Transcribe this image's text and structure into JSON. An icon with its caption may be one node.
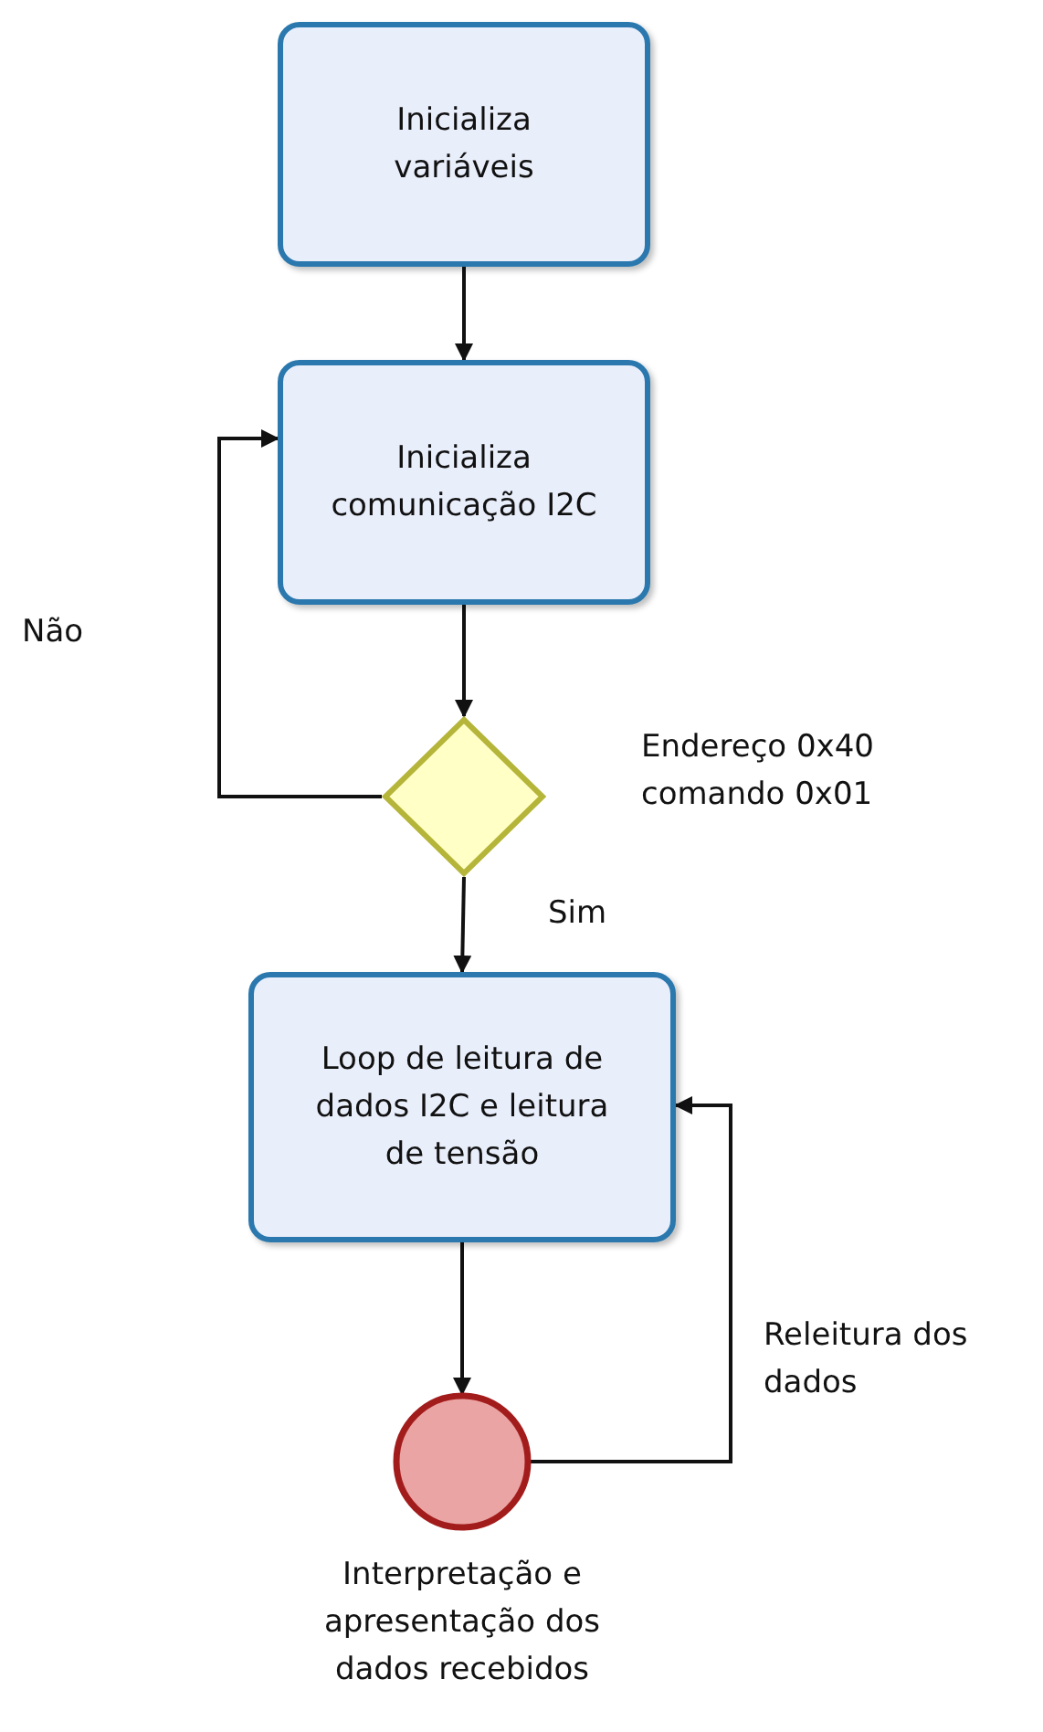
{
  "diagram": {
    "nodes": [
      {
        "text": [
          "Inicializa variáveis"
        ]
      },
      {
        "text": [
          "Inicializa comunicação I2C"
        ]
      },
      {
        "text": [],
        "shape": "diamond",
        "beside": [
          "Endereço 0x40 comando 0x01"
        ]
      },
      {
        "text": [
          "Loop de leitura de dados I2C e leitura de tensão"
        ]
      },
      {
        "text": [
          "Interpretação e apresentação dos dados recebidos"
        ]
      }
    ],
    "edges": [
      {
        "from": 0,
        "to": 1,
        "arrow": "to"
      },
      {
        "from": 1,
        "to": 2,
        "arrow": "to"
      },
      {
        "from": 2,
        "to": 1,
        "arrow": "to",
        "label": "Não"
      },
      {
        "from": 2,
        "to": 3,
        "arrow": "to",
        "label": "Sim"
      },
      {
        "from": 3,
        "to": 4,
        "arrow": "to"
      },
      {
        "from": 4,
        "to": 3,
        "arrow": "to",
        "label": "Releitura dos dados"
      }
    ]
  }
}
